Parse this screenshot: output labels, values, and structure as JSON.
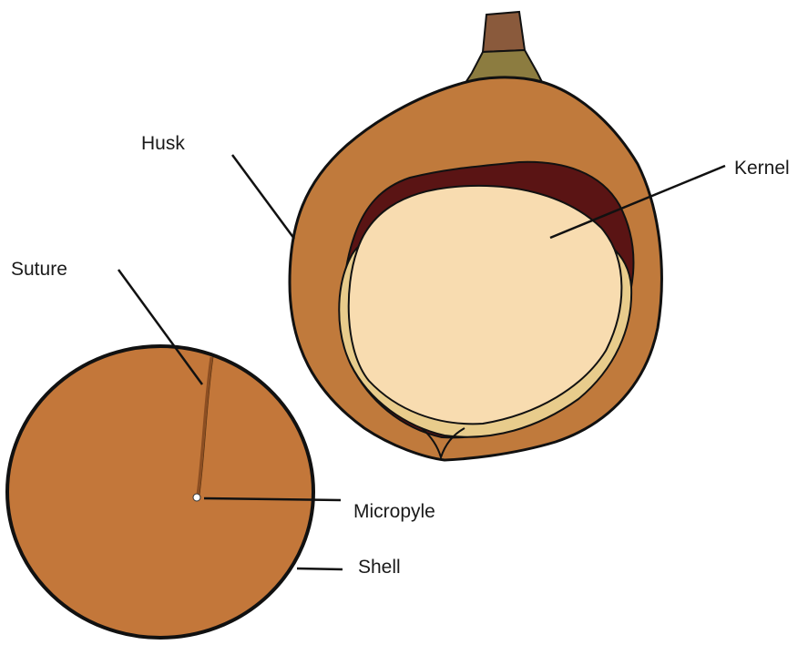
{
  "labels": {
    "husk": "Husk",
    "kernel": "Kernel",
    "suture": "Suture",
    "micropyle": "Micropyle",
    "shell": "Shell"
  },
  "colors": {
    "husk": "#c07a3c",
    "stem_top": "#8a5a3c",
    "stem_base": "#8c7c40",
    "shell_gap": "#5a1414",
    "shell_layer": "#e8cc8c",
    "kernel": "#f8dcb0",
    "nut": "#c3773a",
    "suture": "#8c4e22",
    "outline": "#111111"
  }
}
